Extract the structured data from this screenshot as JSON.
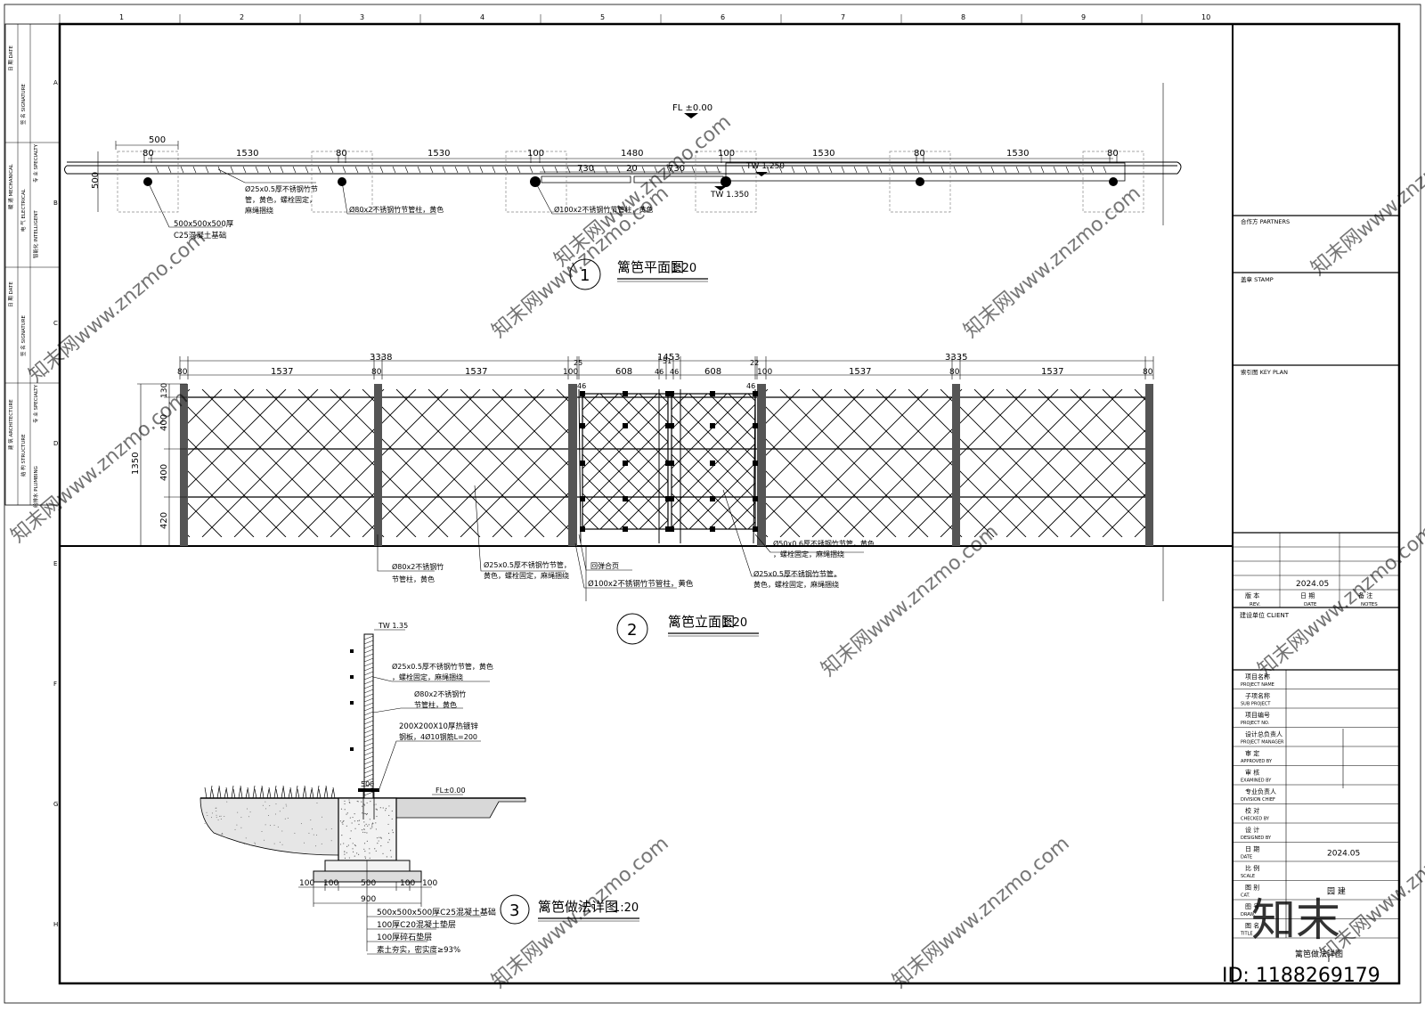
{
  "grid": {
    "columns": [
      "1",
      "2",
      "3",
      "4",
      "5",
      "6",
      "7",
      "8",
      "9",
      "10"
    ],
    "rows": [
      "A",
      "B",
      "C",
      "D",
      "E",
      "F",
      "G",
      "H"
    ]
  },
  "left_strip": {
    "labels": [
      "日 期 DATE",
      "签 名 SIGNATURE",
      "专 业 SPECIALTY",
      "暖 通 MECHANICAL",
      "电 气 ELECTRICAL",
      "智能化 INTELLIGENT",
      "日 期 DATE",
      "签 名 SIGNATURE",
      "专 业 SPECIALTY",
      "建 筑 ARCHITECTURE",
      "结 构 STRUCTURE",
      "给排水 PLUMBING"
    ]
  },
  "plan": {
    "title": "篱笆平面图",
    "scale": "1:20",
    "number": "1",
    "fl_label": "FL ±0.00",
    "tw1": "TW 1.250",
    "tw2": "TW 1.350",
    "dims": [
      "500",
      "80",
      "1530",
      "80",
      "1530",
      "100",
      "1480",
      "100",
      "1530",
      "80",
      "1530",
      "80",
      "730",
      "20",
      "730"
    ],
    "side_dim": "500",
    "note_pipe25": "Ø25x0.5厚不锈钢竹节管，黄色，螺栓固定，麻绳捆绕",
    "note_pipe25_l1": "Ø25x0.5厚不锈钢竹节",
    "note_pipe25_l2": "管，黄色，螺栓固定，",
    "note_pipe25_l3": "麻绳捆绕",
    "note_post80": "Ø80x2不锈钢竹节管柱，黄色",
    "note_post100": "Ø100x2不锈钢竹节管柱，黄色",
    "note_found_l1": "500x500x500厚",
    "note_found_l2": "C25混凝土基础"
  },
  "elevation": {
    "title": "篱笆立面图",
    "scale": "1:20",
    "number": "2",
    "top_dims": [
      "3338",
      "1453",
      "3335"
    ],
    "dims": [
      "80",
      "1537",
      "80",
      "1537",
      "100",
      "25",
      "608",
      "46",
      "46",
      "608",
      "22",
      "100",
      "1537",
      "80",
      "1537",
      "80"
    ],
    "sub_dims": [
      "46",
      "51",
      "46"
    ],
    "heights": [
      "130",
      "400",
      "400",
      "420"
    ],
    "total_height": "1350",
    "note1_l1": "Ø80x2不锈钢竹",
    "note1_l2": "节管柱，黄色",
    "note2_l1": "Ø25x0.5厚不锈钢竹节管，",
    "note2_l2": "黄色，螺栓固定，麻绳捆绕",
    "note3": "回弹合页",
    "note4": "Ø100x2不锈钢竹节管柱，黄色",
    "note5_l1": "Ø50x0.6厚不锈钢竹节管，黄色",
    "note5_l2": "，螺栓固定，麻绳捆绕",
    "note6_l1": "Ø25x0.5厚不锈钢竹节管，",
    "note6_l2": "黄色，螺栓固定，麻绳捆绕"
  },
  "detail": {
    "title": "篱笆做法详图",
    "scale": "1:20",
    "number": "3",
    "tw": "TW 1.35",
    "fl": "FL±0.00",
    "note1_l1": "Ø25x0.5厚不锈钢竹节管，黄色",
    "note1_l2": "，螺栓固定，麻绳捆绕",
    "note2_l1": "Ø80x2不锈钢竹",
    "note2_l2": "节管柱，黄色",
    "note3_l1": "200X200X10厚热镀锌",
    "note3_l2": "钢板，4Ø10钢筋L=200",
    "dim_500": "500",
    "dims_bottom": [
      "100",
      "100",
      "500",
      "100",
      "100"
    ],
    "dim_900": "900",
    "layers": [
      "500x500x500厚C25混凝土基础",
      "100厚C20混凝土垫层",
      "100厚碎石垫层",
      "素土夯实，密实度≥93%"
    ]
  },
  "title_block": {
    "partners": "合作方 PARTNERS",
    "stamp": "盖章 STAMP",
    "key_plan": "索引图 KEY PLAN",
    "rev_date": "2024.05",
    "rev_labels": [
      "版 本",
      "日 期",
      "备 注"
    ],
    "rev_labels_en": [
      "REV.",
      "DATE",
      "NOTES"
    ],
    "client": "建设单位 CLIENT",
    "fields": [
      {
        "cn": "项目名称",
        "en": "PROJECT NAME",
        "value": ""
      },
      {
        "cn": "子项名称",
        "en": "SUB PROJECT",
        "value": ""
      },
      {
        "cn": "项目编号",
        "en": "PROJECT NO.",
        "value": ""
      },
      {
        "cn": "设计总负责人",
        "en": "PROJECT MANAGER",
        "value": ""
      },
      {
        "cn": "审 定",
        "en": "APPROVED BY",
        "value": ""
      },
      {
        "cn": "审 核",
        "en": "EXAMINED BY",
        "value": ""
      },
      {
        "cn": "专业负责人",
        "en": "DIVISION CHIEF",
        "value": ""
      },
      {
        "cn": "校 对",
        "en": "CHECKED BY",
        "value": ""
      },
      {
        "cn": "设 计",
        "en": "DESIGNED BY",
        "value": ""
      },
      {
        "cn": "日 期",
        "en": "DATE",
        "value": "2024.05"
      },
      {
        "cn": "比 例",
        "en": "SCALE",
        "value": ""
      },
      {
        "cn": "图 别",
        "en": "CAT.",
        "value": "园 建"
      },
      {
        "cn": "图 号",
        "en": "DRAW.",
        "value": ""
      },
      {
        "cn": "图 名",
        "en": "TITLE",
        "value": ""
      }
    ],
    "drawing_title": "篱笆做法详图"
  },
  "watermark": {
    "text": "知末网www.znzmo.com",
    "logo": "知末",
    "id": "ID: 1188269179"
  },
  "colors": {
    "line": "#000000",
    "post": "#555555",
    "watermark": "#c8c8c8"
  }
}
